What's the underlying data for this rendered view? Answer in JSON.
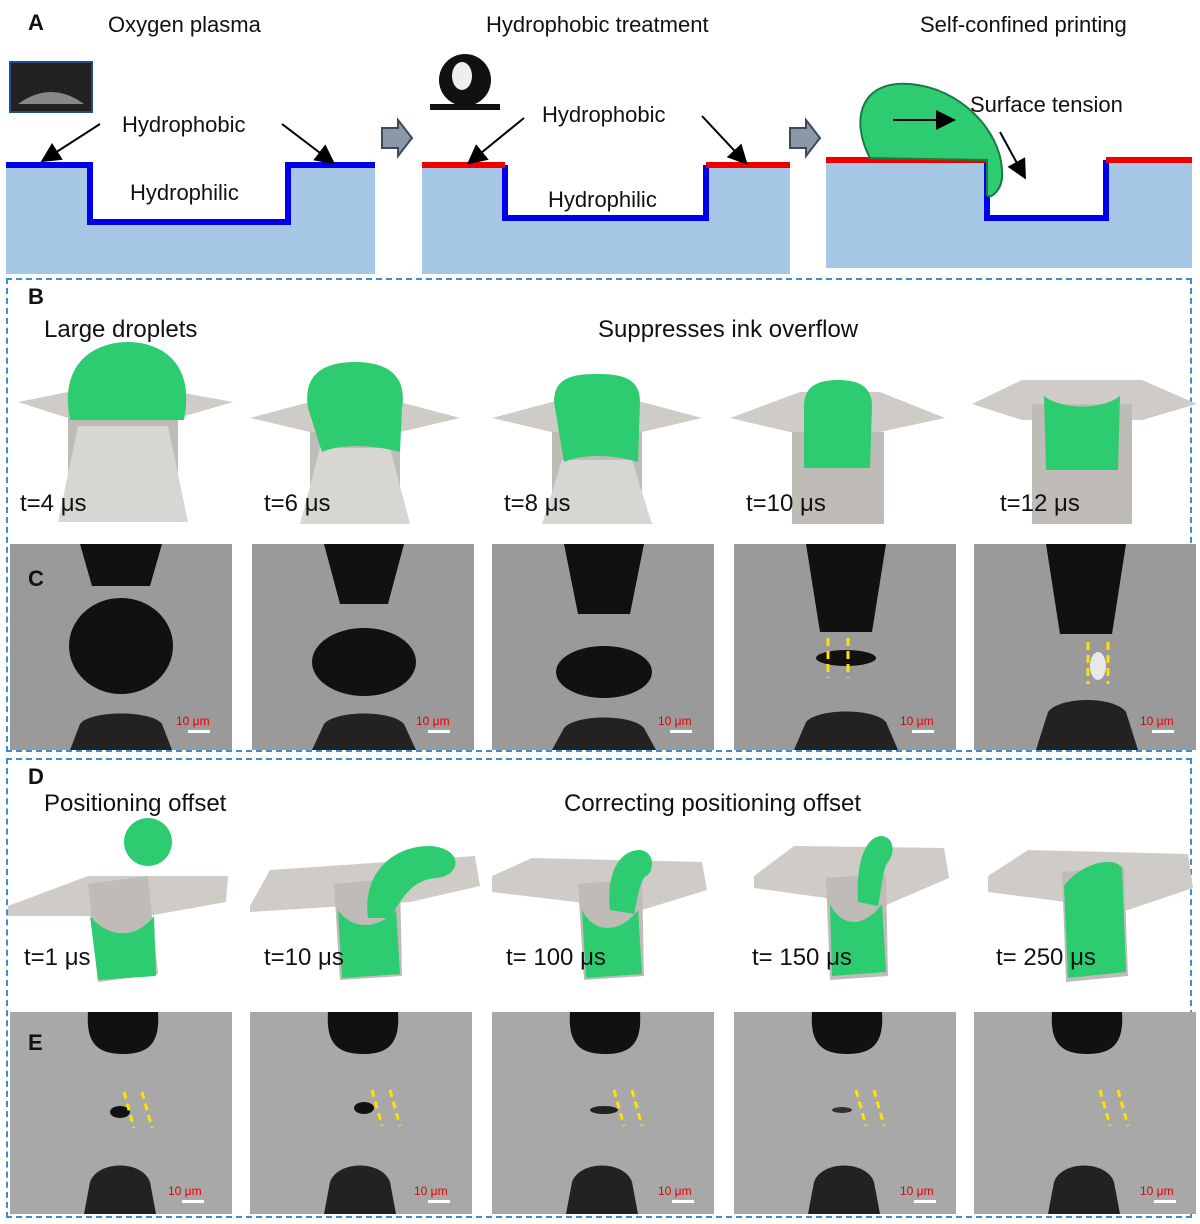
{
  "panel_a": {
    "label": "A",
    "steps": [
      {
        "title": "Oxygen plasma",
        "top_label": "Hydrophobic",
        "bottom_label": "Hydrophilic"
      },
      {
        "title": "Hydrophobic treatment",
        "top_label": "Hydrophobic",
        "bottom_label": "Hydrophilic"
      },
      {
        "title": "Self-confined printing",
        "top_label": "Surface tension"
      }
    ]
  },
  "panel_b": {
    "label": "B",
    "left_title": "Large droplets",
    "right_title": "Suppresses ink overflow",
    "times": [
      "t=4 μs",
      "t=6 μs",
      "t=8 μs",
      "t=10 μs",
      "t=12 μs"
    ]
  },
  "panel_c": {
    "label": "C",
    "scale_label": "10 μm"
  },
  "panel_d": {
    "label": "D",
    "left_title": "Positioning offset",
    "right_title": "Correcting positioning offset",
    "times": [
      "t=1 μs",
      "t=10 μs",
      "t= 100 μs",
      "t= 150 μs",
      "t= 250 μs"
    ]
  },
  "panel_e": {
    "label": "E",
    "scale_label": "10 μm"
  },
  "colors": {
    "substrate": "#a7c7e7",
    "hydrophilic_line": "#0000ee",
    "hydrophobic_line": "#ee0000",
    "ink": "#2ecc71",
    "frame": "#3a8fd1"
  }
}
